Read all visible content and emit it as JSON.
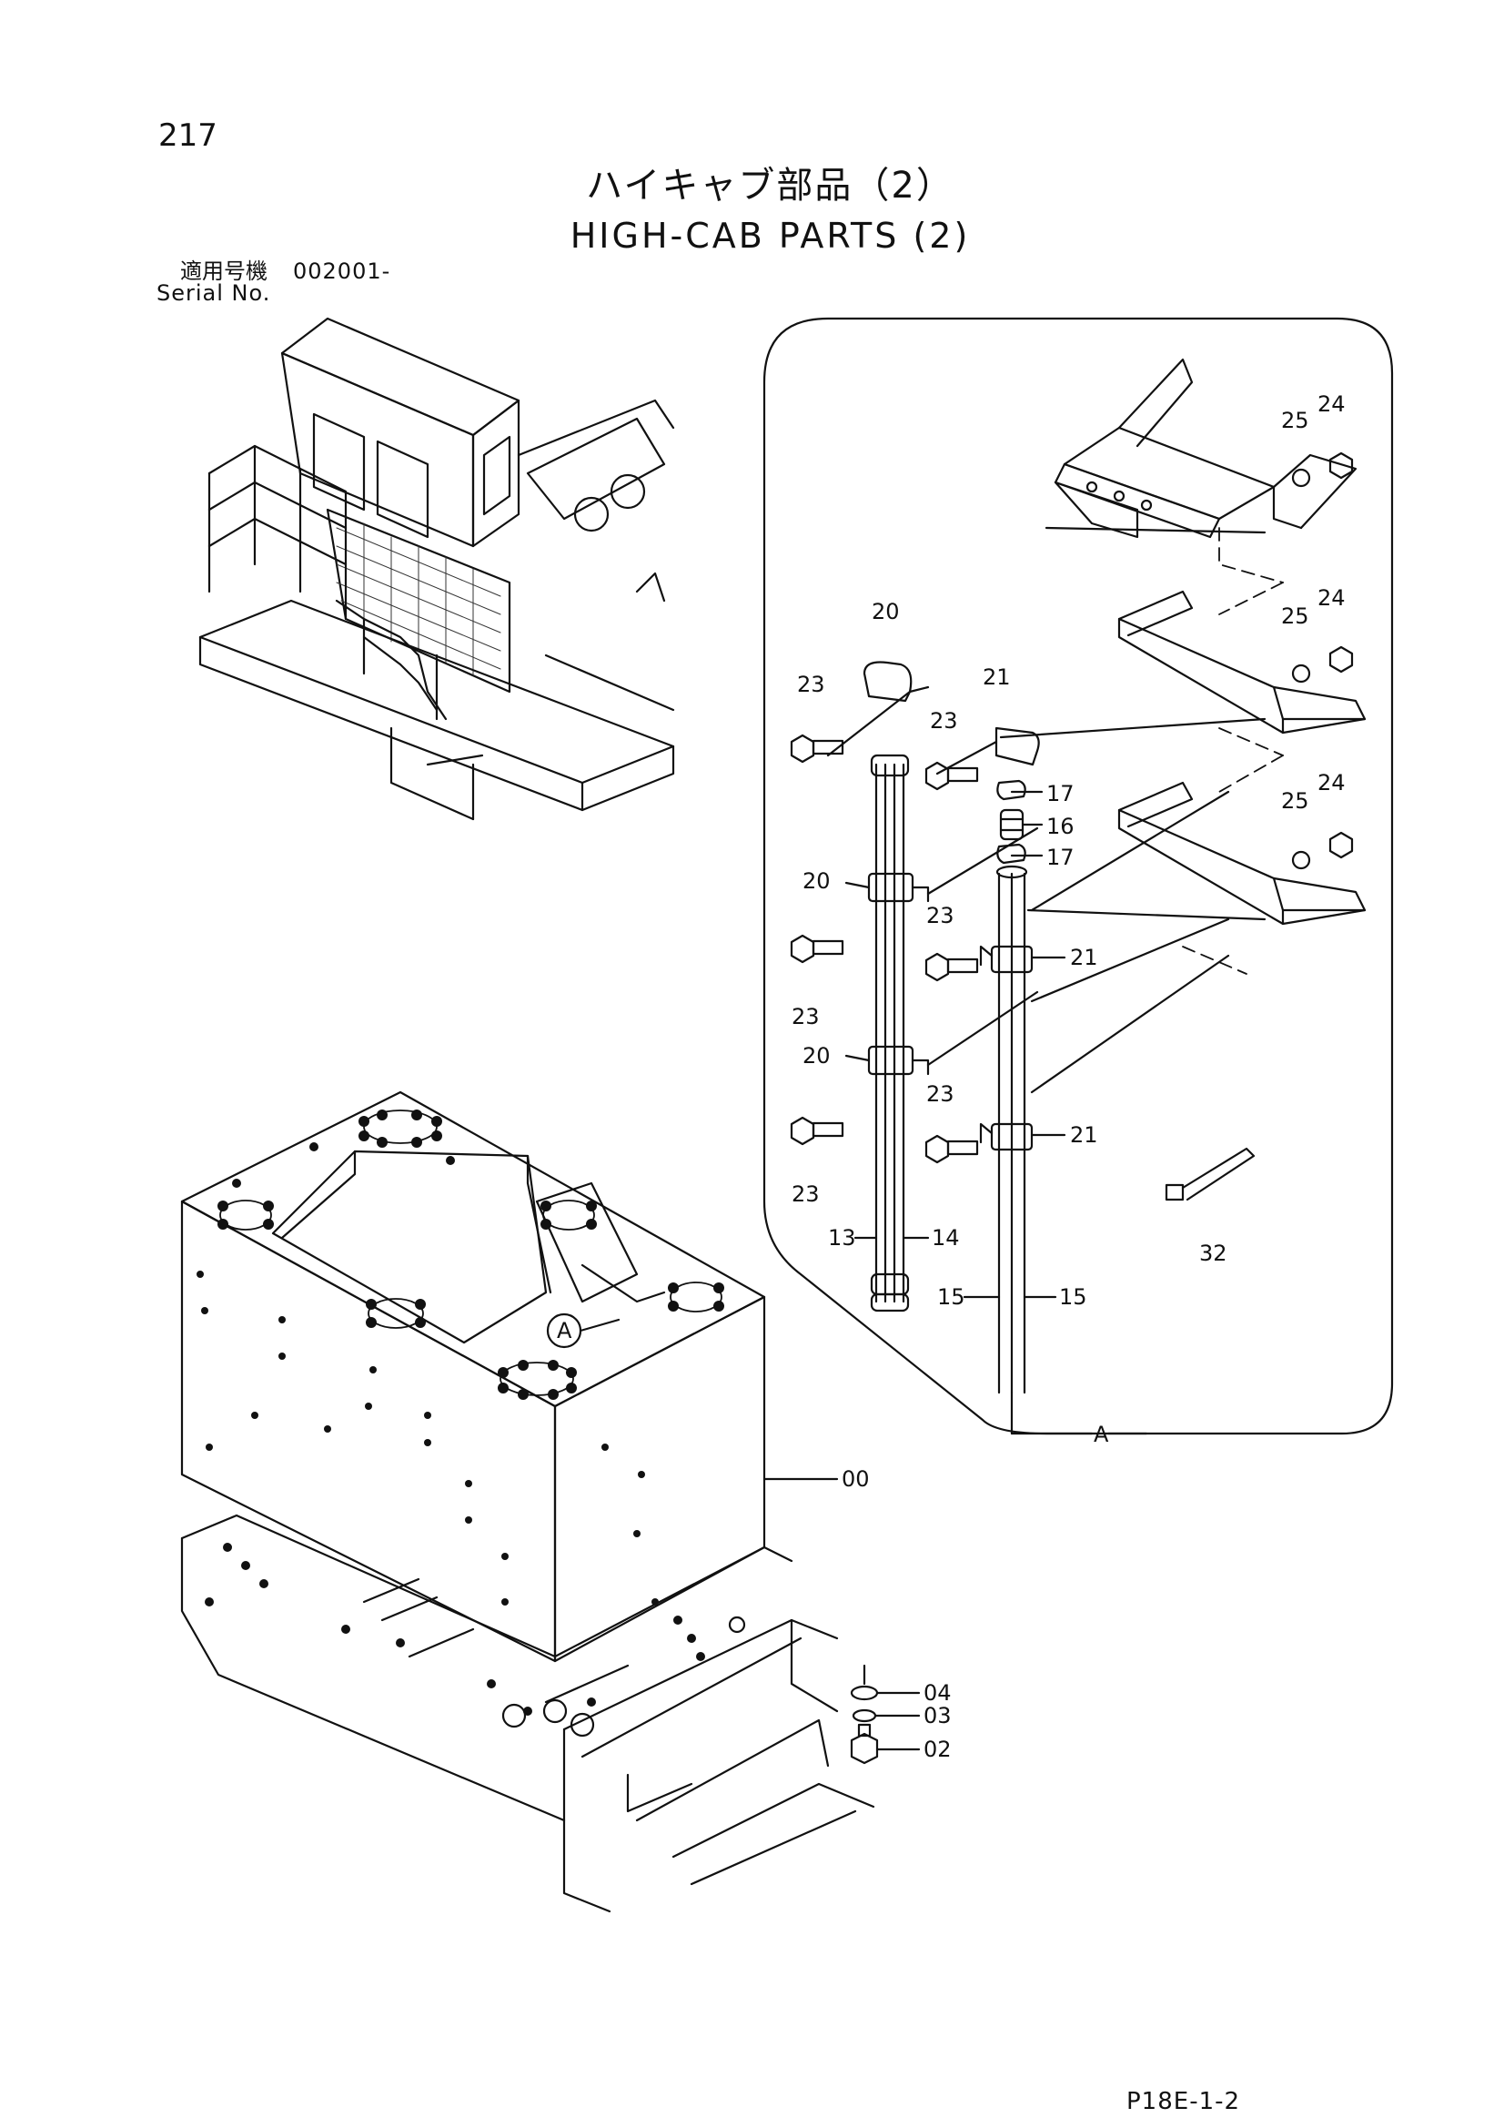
{
  "header": {
    "page_number": "217",
    "title_jp": "ハイキャブ部品（2）",
    "title_en": "HIGH-CAB PARTS (2)",
    "serial_label_jp": "適用号機",
    "serial_number": "002001-",
    "serial_label_en": "Serial No."
  },
  "callouts": {
    "c24a": "24",
    "c25a": "25",
    "c24b": "24",
    "c25b": "25",
    "c24c": "24",
    "c25c": "25",
    "c20a": "20",
    "c21a": "21",
    "c23a": "23",
    "c23b": "23",
    "c17a": "17",
    "c16": "16",
    "c17b": "17",
    "c20b": "20",
    "c23c": "23",
    "c21b": "21",
    "c23d": "23",
    "c20c": "20",
    "c23e": "23",
    "c21c": "21",
    "c23f": "23",
    "c13": "13",
    "c14": "14",
    "c15a": "15",
    "c15b": "15",
    "c32": "32",
    "detail_a": "A",
    "view_a": "A",
    "c00": "00",
    "c04": "04",
    "c03": "03",
    "c02": "02"
  },
  "footer": {
    "reference_code": "P18E-1-2"
  }
}
